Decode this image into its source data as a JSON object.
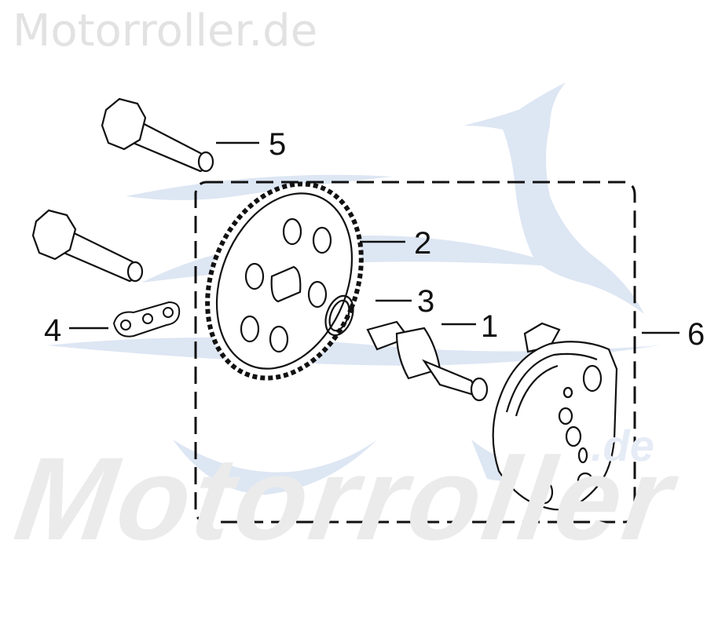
{
  "watermark": {
    "top_text": "Motorroller.de",
    "bottom_text": "Motorroller",
    "bottom_suffix": ".de",
    "logo": "scooter-rider-swoosh-logo",
    "logo_color": "#dde6f3",
    "text_color": "#e2e2e2"
  },
  "diagram": {
    "type": "exploded-parts-view",
    "group_boundary": "dashed-rounded-rectangle",
    "callouts": [
      {
        "number": "1",
        "part": "oil pump shaft"
      },
      {
        "number": "2",
        "part": "sprocket / chain wheel"
      },
      {
        "number": "3",
        "part": "circlip / snap ring"
      },
      {
        "number": "4",
        "part": "chain link"
      },
      {
        "number": "5",
        "part": "flange bolt"
      },
      {
        "number": "6",
        "part": "oil pump assembly"
      }
    ],
    "line_color": "#111111"
  }
}
